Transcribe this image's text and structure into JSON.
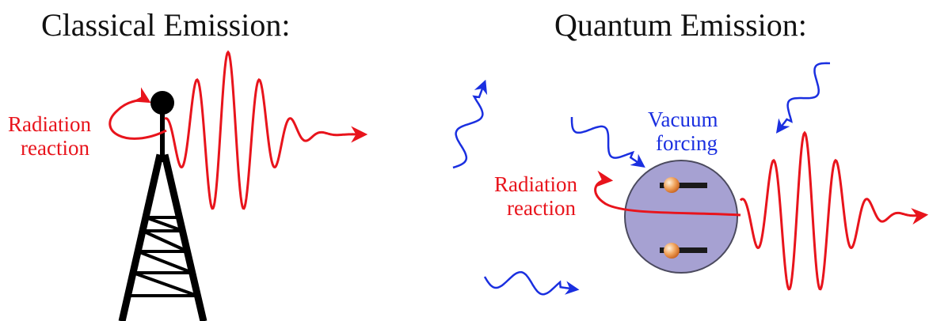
{
  "left_panel": {
    "heading": "Classical Emission:",
    "radiation_reaction_line1": "Radiation",
    "radiation_reaction_line2": "reaction"
  },
  "right_panel": {
    "heading": "Quantum Emission:",
    "vacuum_forcing_line1": "Vacuum",
    "vacuum_forcing_line2": "forcing",
    "radiation_reaction_line1": "Radiation",
    "radiation_reaction_line2": "reaction"
  },
  "colors": {
    "emission_red": "#e8141c",
    "vacuum_blue": "#1a2fe0",
    "tower_black": "#000000",
    "atom_fill": "#a6a1d2",
    "atom_stroke": "#4b4a5e",
    "electron_orange": "#e88a3c"
  },
  "icons": [
    "radio-tower-icon",
    "atom-icon",
    "electron-icon",
    "photon-icon"
  ]
}
